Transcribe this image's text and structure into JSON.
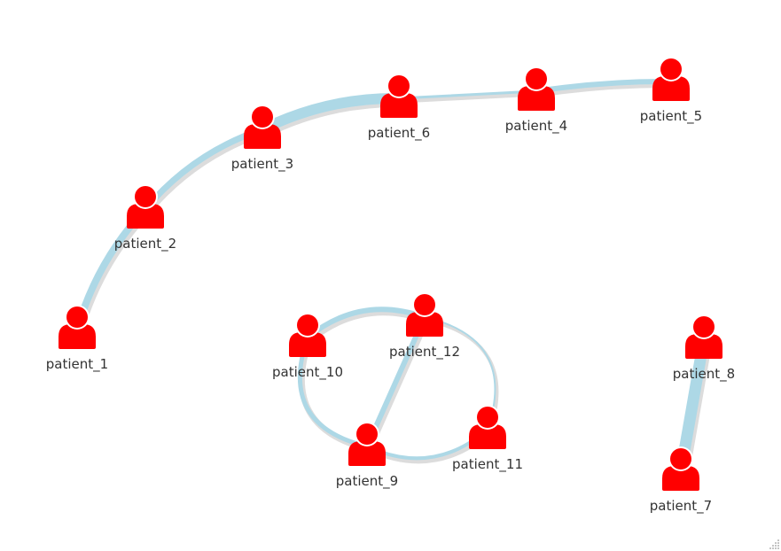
{
  "colors": {
    "node": "#ff0000",
    "edge": "#add8e6",
    "label": "#333333"
  },
  "nodes": [
    {
      "id": "patient_1",
      "label": "patient_1",
      "icon": "person-icon"
    },
    {
      "id": "patient_2",
      "label": "patient_2",
      "icon": "person-icon"
    },
    {
      "id": "patient_3",
      "label": "patient_3",
      "icon": "person-icon"
    },
    {
      "id": "patient_4",
      "label": "patient_4",
      "icon": "person-icon"
    },
    {
      "id": "patient_5",
      "label": "patient_5",
      "icon": "person-icon"
    },
    {
      "id": "patient_6",
      "label": "patient_6",
      "icon": "person-icon"
    },
    {
      "id": "patient_7",
      "label": "patient_7",
      "icon": "person-icon"
    },
    {
      "id": "patient_8",
      "label": "patient_8",
      "icon": "person-icon"
    },
    {
      "id": "patient_9",
      "label": "patient_9",
      "icon": "person-icon"
    },
    {
      "id": "patient_10",
      "label": "patient_10",
      "icon": "person-icon"
    },
    {
      "id": "patient_11",
      "label": "patient_11",
      "icon": "person-icon"
    },
    {
      "id": "patient_12",
      "label": "patient_12",
      "icon": "person-icon"
    }
  ],
  "edges": [
    {
      "from": "patient_1",
      "to": "patient_2"
    },
    {
      "from": "patient_2",
      "to": "patient_3"
    },
    {
      "from": "patient_3",
      "to": "patient_6"
    },
    {
      "from": "patient_6",
      "to": "patient_4"
    },
    {
      "from": "patient_4",
      "to": "patient_5"
    },
    {
      "from": "patient_10",
      "to": "patient_12"
    },
    {
      "from": "patient_12",
      "to": "patient_11"
    },
    {
      "from": "patient_11",
      "to": "patient_9"
    },
    {
      "from": "patient_9",
      "to": "patient_10"
    },
    {
      "from": "patient_9",
      "to": "patient_12"
    },
    {
      "from": "patient_8",
      "to": "patient_7"
    }
  ],
  "resize_handle_icon": "resize-grip-icon"
}
